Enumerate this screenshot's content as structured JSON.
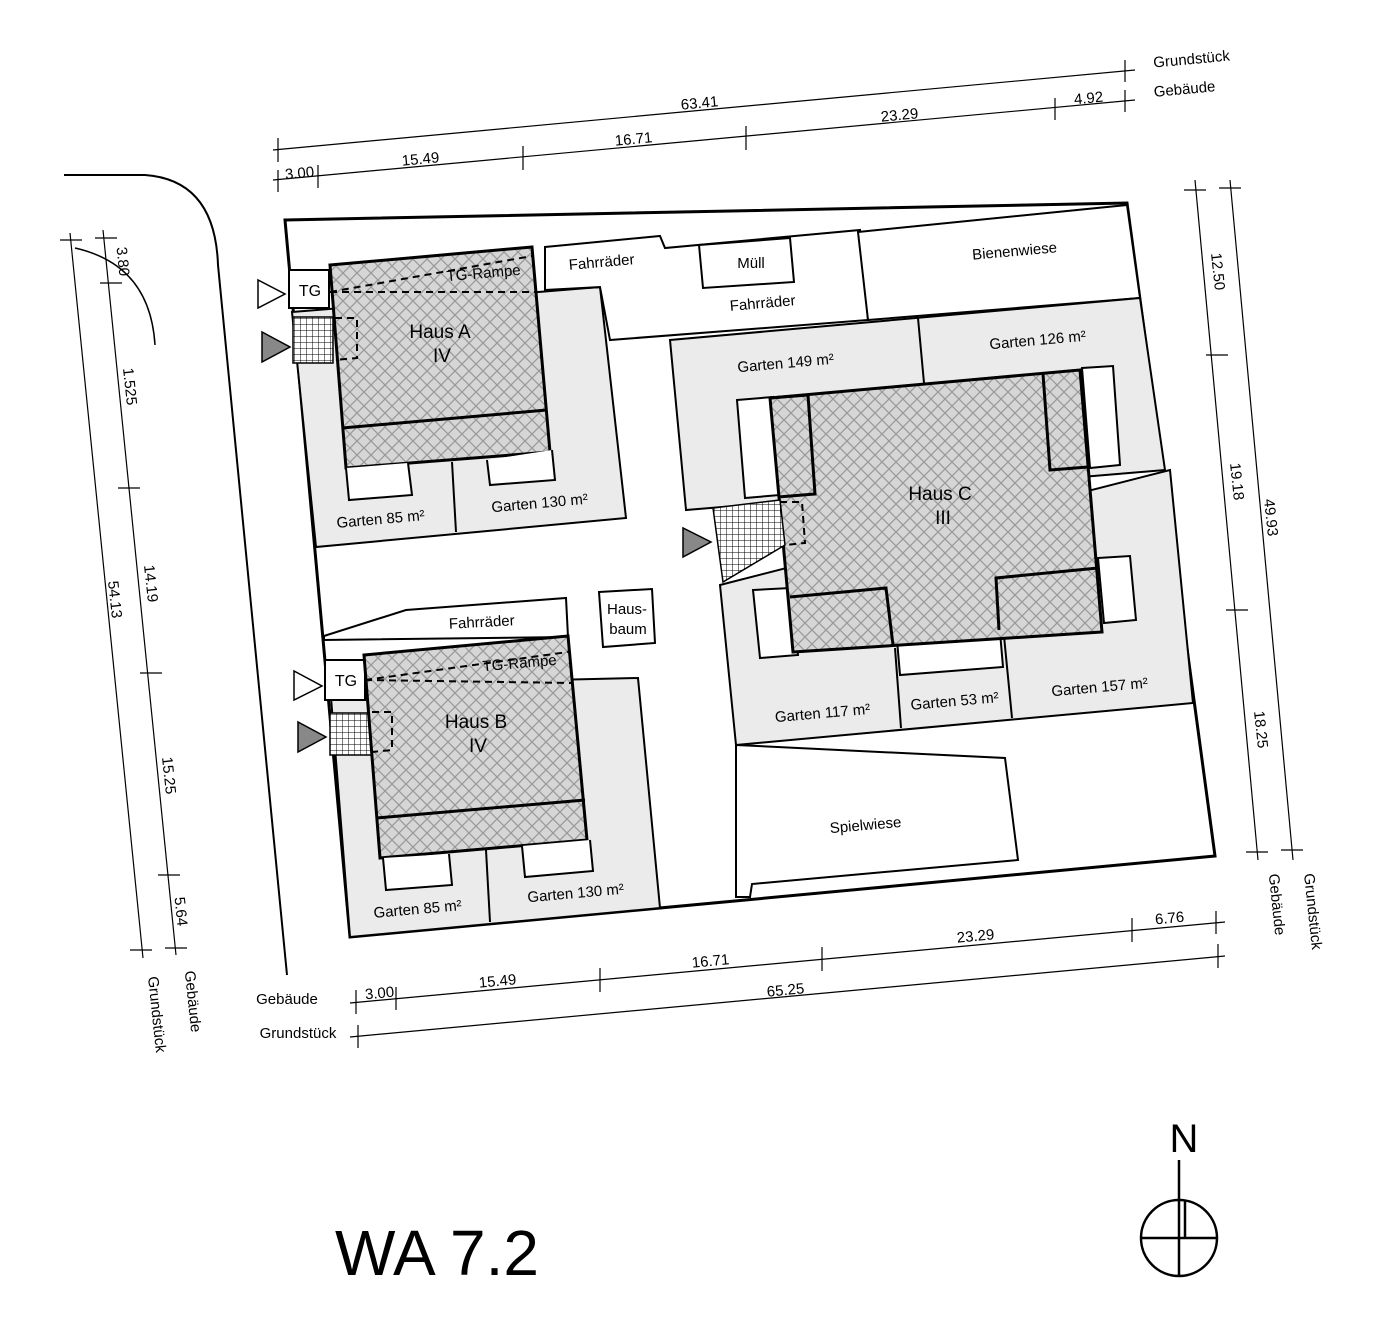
{
  "title": "WA 7.2",
  "north": "N",
  "houses": [
    {
      "name": "Haus A",
      "floors": "IV"
    },
    {
      "name": "Haus B",
      "floors": "IV"
    },
    {
      "name": "Haus C",
      "floors": "III"
    }
  ],
  "labels": {
    "tg": "TG",
    "tg_ramp": "TG-Rampe",
    "bikes": "Fahrräder",
    "waste": "Müll",
    "bee_meadow": "Bienenwiese",
    "play_meadow": "Spielwiese",
    "house_tree_1": "Haus-",
    "house_tree_2": "baum"
  },
  "gardens": {
    "a_left": "Garten 85 m²",
    "a_right": "Garten 130 m²",
    "b_left": "Garten 85 m²",
    "b_right": "Garten 130 m²",
    "c_north_left": "Garten 149 m²",
    "c_north_right": "Garten 126 m²",
    "c_south_left": "Garten 117 m²",
    "c_south_mid": "Garten 53 m²",
    "c_south_right": "Garten 157 m²"
  },
  "dimensions": {
    "top_plot_total": "63.41",
    "top_plot_label": "Grundstück",
    "top_building_label": "Gebäude",
    "top_segments": [
      "3.00",
      "15.49",
      "16.71",
      "23.29",
      "4.92"
    ],
    "bottom_segments": [
      "3.00",
      "15.49",
      "16.71",
      "23.29",
      "6.76"
    ],
    "bottom_plot_total": "65.25",
    "bottom_building_label": "Gebäude",
    "bottom_plot_label": "Grundstück",
    "left_plot_total": "54.13",
    "left_segments": [
      "3.80",
      "1.525",
      "14.19",
      "15.25",
      "5.64"
    ],
    "left_building_label": "Gebäude",
    "left_plot_label": "Grundstück",
    "right_segments": [
      "12.50",
      "19.18",
      "18.25"
    ],
    "right_plot_total": "49.93",
    "right_building_label": "Gebäude",
    "right_plot_label": "Grundstück"
  }
}
